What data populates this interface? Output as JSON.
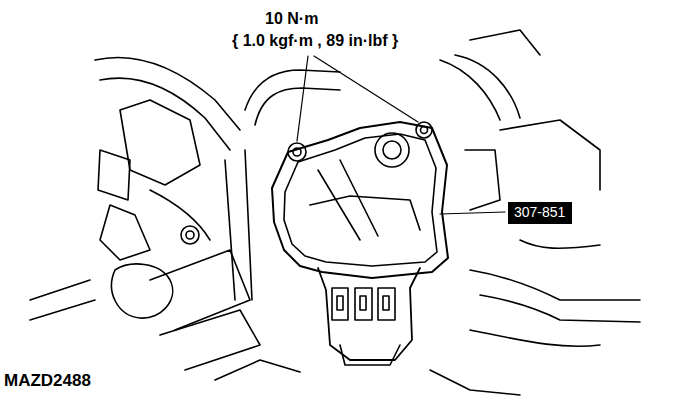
{
  "diagram": {
    "nodes": [
      {
        "text": [
          "307-851"
        ]
      }
    ],
    "labels": [
      "10 N·m",
      "{ 1.0 kgf·m , 89 in·lbf }",
      "MAZD2488"
    ]
  }
}
